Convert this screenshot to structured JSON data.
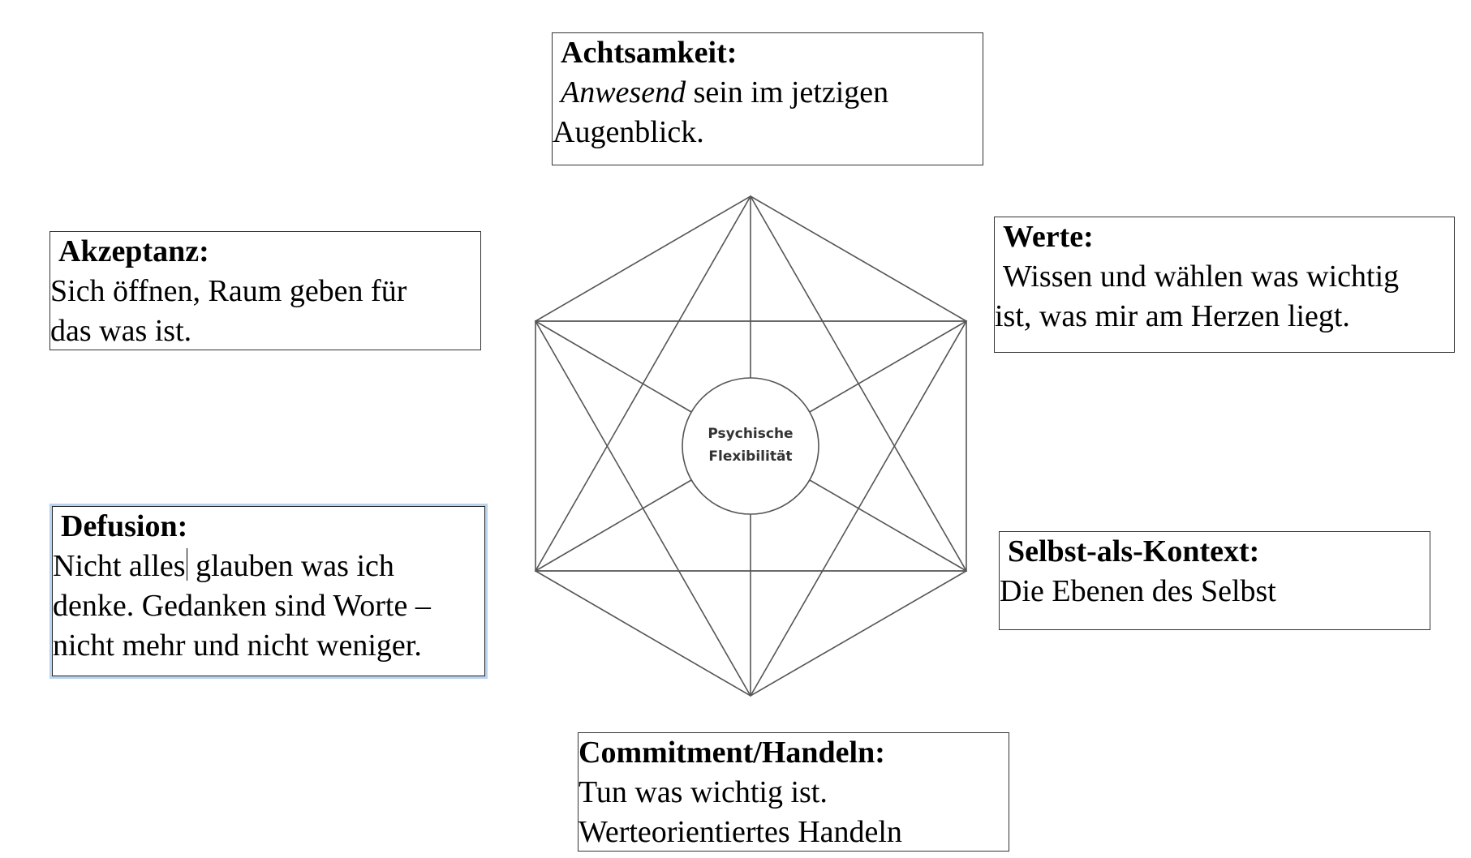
{
  "diagram": {
    "center_label_line1": "Psychische",
    "center_label_line2": "Flexibilität"
  },
  "boxes": {
    "achtsamkeit": {
      "title": "Achtsamkeit:",
      "line1_italic": "Anwesend",
      "line1_rest": " sein im jetzigen",
      "line2": "Augenblick."
    },
    "werte": {
      "title": "Werte:",
      "line1": "Wissen und wählen was wichtig",
      "line2": "ist, was mir am Herzen liegt."
    },
    "akzeptanz": {
      "title": "Akzeptanz:",
      "line1": "Sich öffnen, Raum geben für",
      "line2": "das was ist."
    },
    "defusion": {
      "title": "Defusion:",
      "line1_a": "Nicht alles",
      "line1_b": " glauben was ich",
      "line2": "denke. Gedanken sind Worte –",
      "line3": "nicht mehr und nicht weniger."
    },
    "selbst": {
      "title": "Selbst-als-Kontext:",
      "line1": "Die Ebenen des Selbst"
    },
    "commitment": {
      "title": "Commitment/Handeln:",
      "line1": "Tun was wichtig ist.",
      "line2": "Werteorientiertes Handeln"
    }
  }
}
